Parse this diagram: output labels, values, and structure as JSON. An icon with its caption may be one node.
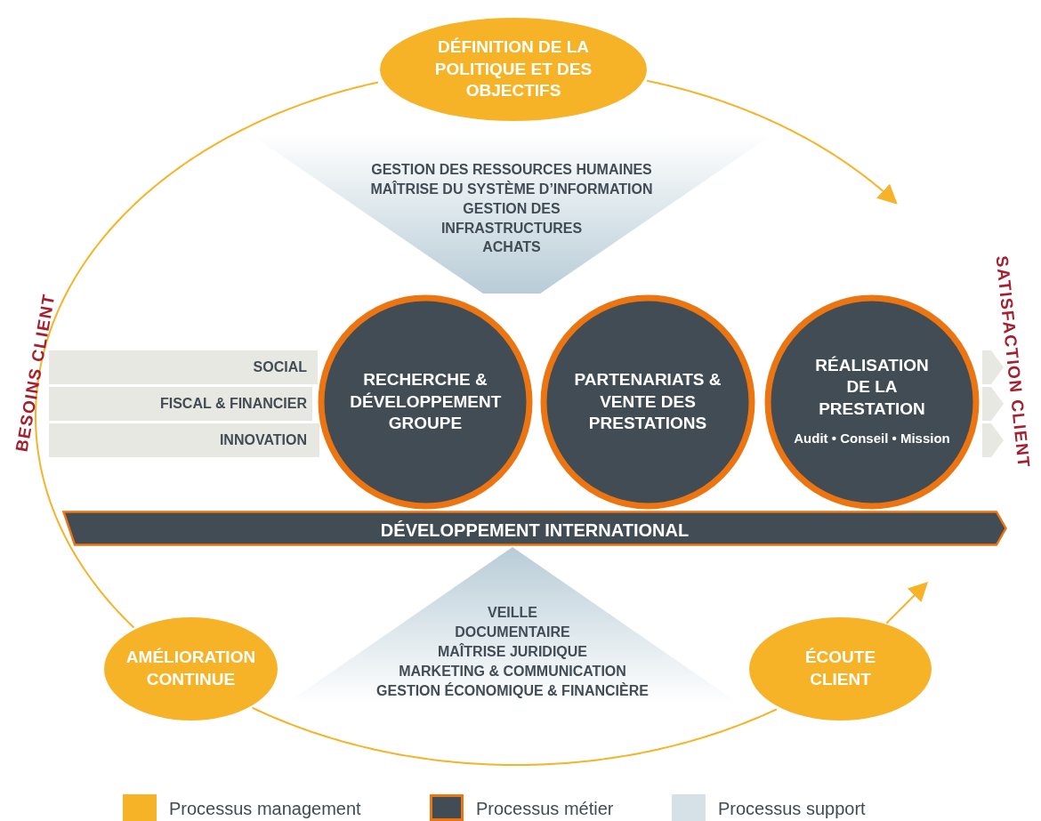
{
  "diagram": {
    "nodes": [
      {
        "text": [
          "DÉFINITION DE LA POLITIQUE ET DES OBJECTIFS"
        ]
      },
      {
        "text": [
          "GESTION DES RESSOURCES HUMAINES",
          "MAÎTRISE DU SYSTÈME D’INFORMATION",
          "GESTION DES INFRASTRUCTURES",
          "ACHATS"
        ]
      },
      {
        "text": [
          "SOCIAL"
        ]
      },
      {
        "text": [
          "FISCAL & FINANCIER"
        ]
      },
      {
        "text": [
          "INNOVATION"
        ]
      },
      {
        "text": [
          "RECHERCHE & DÉVELOPPEMENT GROUPE"
        ]
      },
      {
        "text": [
          "PARTENARIATS & VENTE DES PRESTATIONS"
        ]
      },
      {
        "text": [
          "RÉALISATION DE LA PRESTATION",
          "Audit • Conseil • Mission"
        ]
      },
      {
        "text": [
          "DÉVELOPPEMENT INTERNATIONAL"
        ]
      },
      {
        "text": [
          "VEILLE",
          "DOCUMENTAIRE",
          "MAÎTRISE JURIDIQUE",
          "MARKETING & COMMUNICATION",
          "GESTION ÉCONOMIQUE & FINANCIÈRE"
        ]
      },
      {
        "text": [
          "AMÉLIORATION CONTINUE"
        ]
      },
      {
        "text": [
          "ÉCOUTE CLIENT"
        ]
      }
    ],
    "edges": [
      {
        "from": 10,
        "to": 0,
        "arrow": "none"
      },
      {
        "from": 0,
        "to": null,
        "arrow": "to"
      },
      {
        "from": 10,
        "to": 11,
        "arrow": "none"
      },
      {
        "from": 11,
        "to": null,
        "arrow": "to"
      }
    ],
    "labels": [
      "BESOINS CLIENT",
      "SATISFACTION CLIENT"
    ],
    "legend": [
      {
        "text": "Processus management",
        "color": "#f7b327"
      },
      {
        "text": "Processus métier",
        "color": "#414c55"
      },
      {
        "text": "Processus support",
        "color": "#d6e1e7"
      }
    ]
  }
}
